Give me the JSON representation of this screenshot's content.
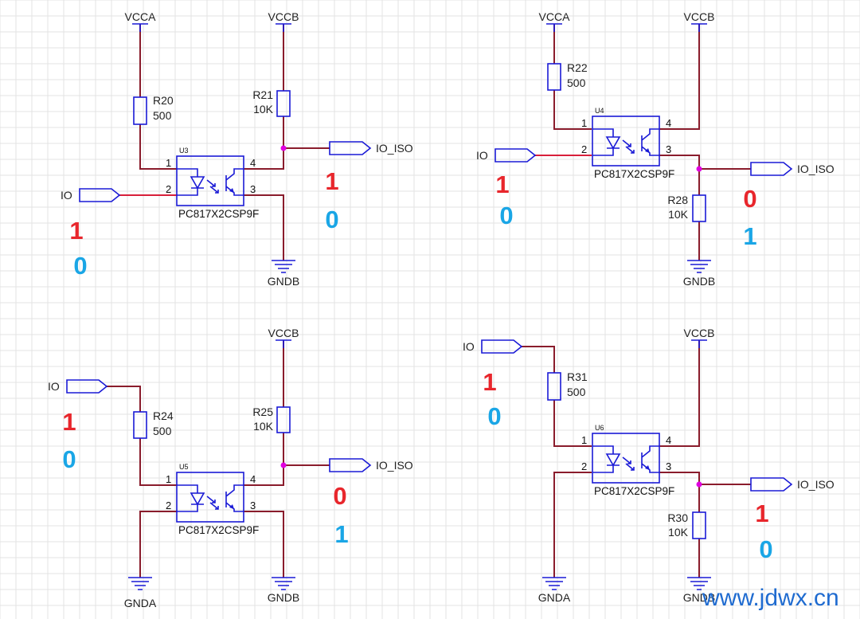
{
  "colors": {
    "wire": "#8a1c2c",
    "wire_red": "#d81f3a",
    "symbol": "#1a1ad6",
    "junction": "#e000e0",
    "state_red": "#e8262c",
    "state_blue": "#1aa6e6",
    "watermark": "#1f6bd0"
  },
  "watermark": "www.jdwx.cn",
  "circuits": [
    {
      "ref": "U3",
      "part": "PC817X2CSP9F",
      "resistor_in": {
        "ref": "R20",
        "value": "500"
      },
      "resistor_out": {
        "ref": "R21",
        "value": "10K"
      },
      "input_port": "IO",
      "output_port": "IO_ISO",
      "supply_in": "VCCA",
      "supply_out": "VCCB",
      "ground_out": "GNDB",
      "pins": [
        "1",
        "2",
        "3",
        "4"
      ],
      "input_states": [
        "1",
        "0"
      ],
      "output_states": [
        "1",
        "0"
      ]
    },
    {
      "ref": "U4",
      "part": "PC817X2CSP9F",
      "resistor_in": {
        "ref": "R22",
        "value": "500"
      },
      "resistor_out": {
        "ref": "R28",
        "value": "10K"
      },
      "input_port": "IO",
      "output_port": "IO_ISO",
      "supply_in": "VCCA",
      "supply_out": "VCCB",
      "ground_out": "GNDB",
      "pins": [
        "1",
        "2",
        "3",
        "4"
      ],
      "input_states": [
        "1",
        "0"
      ],
      "output_states": [
        "0",
        "1"
      ]
    },
    {
      "ref": "U5",
      "part": "PC817X2CSP9F",
      "resistor_in": {
        "ref": "R24",
        "value": "500"
      },
      "resistor_out": {
        "ref": "R25",
        "value": "10K"
      },
      "input_port": "IO",
      "output_port": "IO_ISO",
      "supply_out": "VCCB",
      "ground_in": "GNDA",
      "ground_out": "GNDB",
      "pins": [
        "1",
        "2",
        "3",
        "4"
      ],
      "input_states": [
        "1",
        "0"
      ],
      "output_states": [
        "0",
        "1"
      ]
    },
    {
      "ref": "U6",
      "part": "PC817X2CSP9F",
      "resistor_in": {
        "ref": "R31",
        "value": "500"
      },
      "resistor_out": {
        "ref": "R30",
        "value": "10K"
      },
      "input_port": "IO",
      "output_port": "IO_ISO",
      "supply_out": "VCCB",
      "ground_in": "GNDA",
      "ground_out": "GNDB",
      "pins": [
        "1",
        "2",
        "3",
        "4"
      ],
      "input_states": [
        "1",
        "0"
      ],
      "output_states": [
        "1",
        "0"
      ]
    }
  ]
}
